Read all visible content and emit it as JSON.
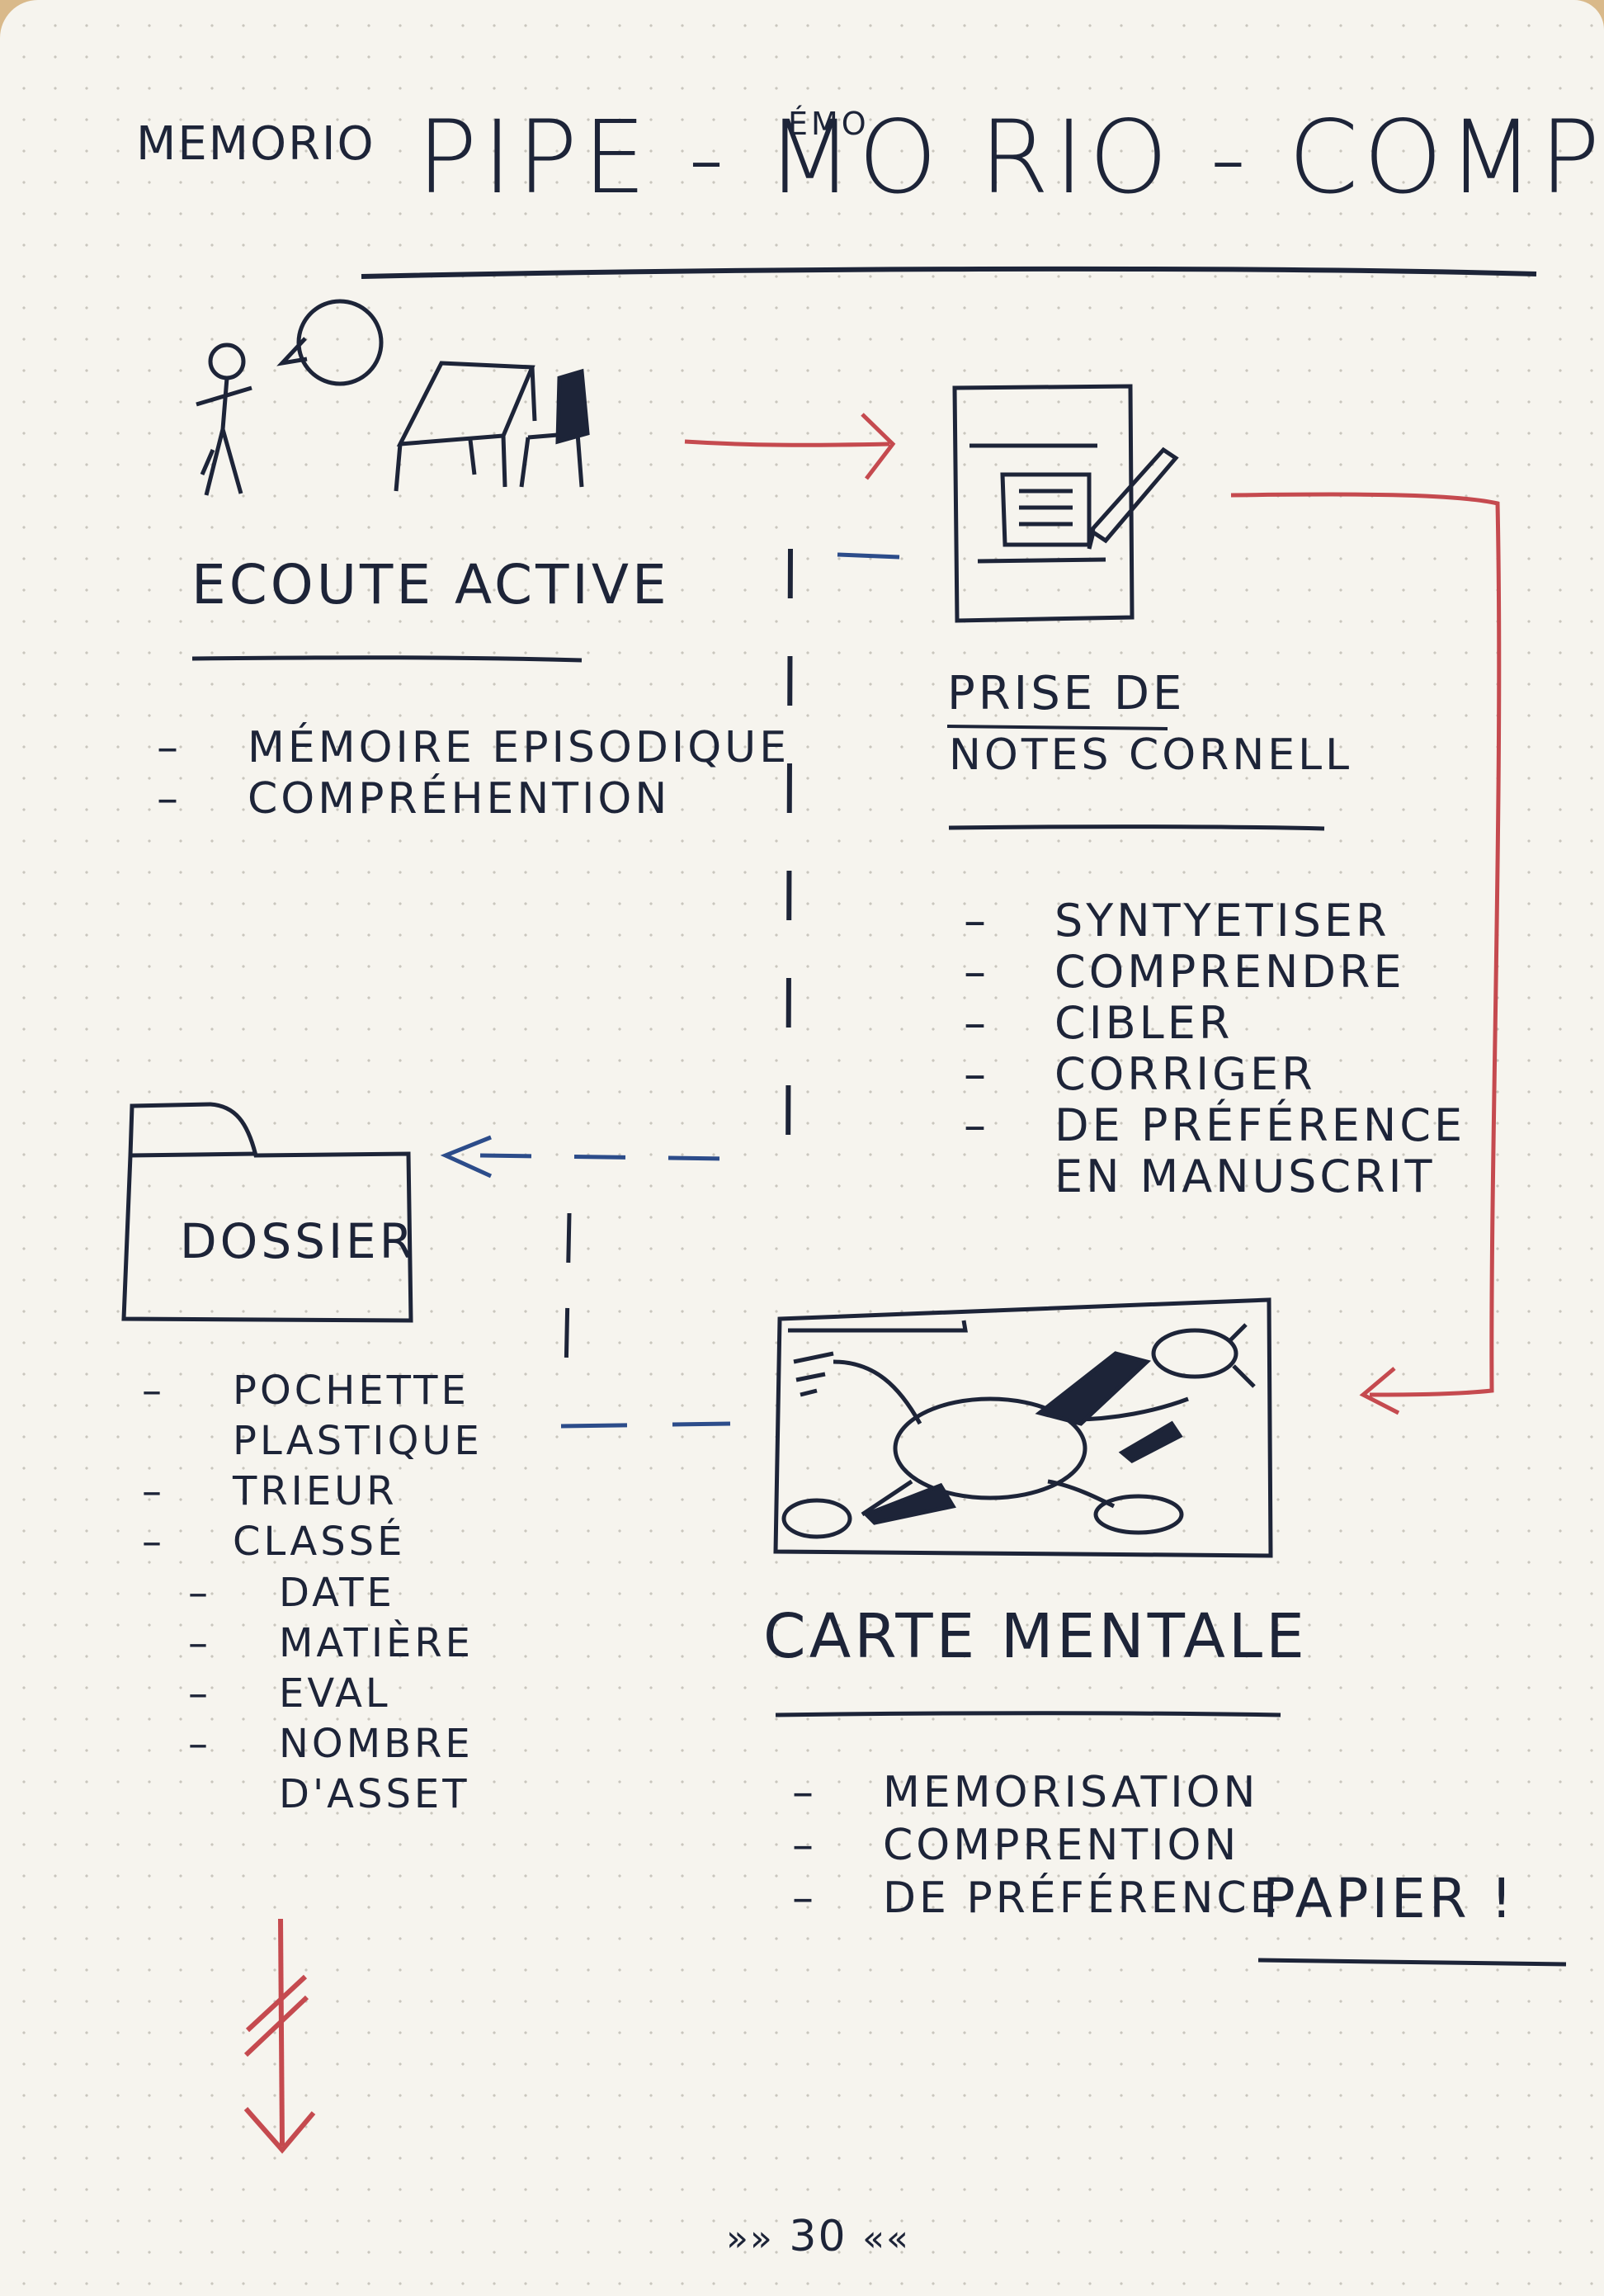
{
  "header": {
    "label": "MEMORIO",
    "title": "PIPE - MO RIO - COMPLÈTE",
    "insertion": "ÉMO"
  },
  "sections": {
    "listening": {
      "title": "ECOUTE ACTIVE",
      "items": [
        "MÉMOIRE EPISODIQUE",
        "COMPRÉHENTION"
      ]
    },
    "notes": {
      "title_line1": "PRISE DE",
      "title_line2": "NOTES CORNELL",
      "items": [
        "SYNTYETISER",
        "COMPRENDRE",
        "CIBLER",
        "CORRIGER",
        "DE PRÉFÉRENCE",
        "EN MANUSCRIT"
      ]
    },
    "folder": {
      "title": "DOSSIER",
      "items": [
        "POCHETTE",
        "PLASTIQUE",
        "TRIEUR",
        "CLASSÉ"
      ],
      "subitems": [
        "DATE",
        "MATIÈRE",
        "EVAL",
        "NOMBRE",
        "D'ASSET"
      ]
    },
    "mindmap": {
      "title": "CARTE MENTALE",
      "items": [
        "MEMORISATION",
        "COMPRENTION",
        "DE PRÉFÉRENCE"
      ],
      "emphasis": "PAPIER !"
    }
  },
  "footer": {
    "page_number": "30"
  },
  "colors": {
    "ink": "#1d2438",
    "red_arrow": "#c54a4f",
    "blue_arrow": "#2c4c8a",
    "paper": "#f6f4ee"
  }
}
